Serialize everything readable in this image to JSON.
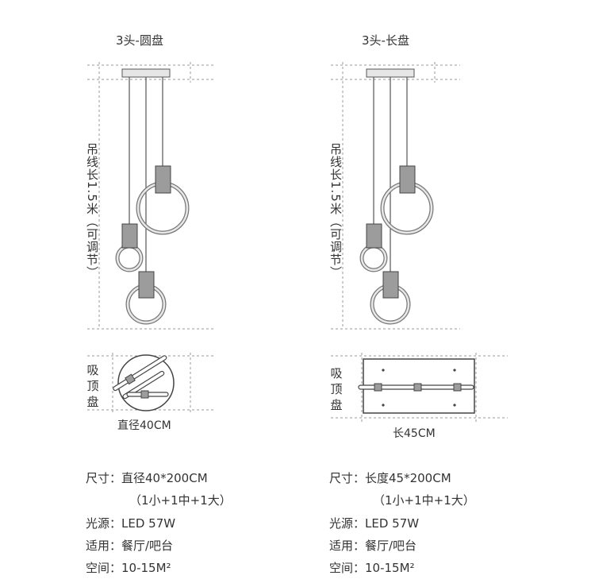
{
  "left": {
    "title": "3头-圆盘",
    "cord_label": "吊线长1.5米（可调节）",
    "canopy_label": "吸顶盘",
    "dimension": "直径40CM",
    "specs": {
      "size": "尺寸：直径40*200CM",
      "size_sub": "（1小+1中+1大）",
      "light": "光源：LED 57W",
      "use": "适用：餐厅/吧台",
      "space": "空间：10-15M²"
    }
  },
  "right": {
    "title": "3头-长盘",
    "cord_label": "吊线长1.5米（可调节）",
    "canopy_label": "吸顶盘",
    "dimension": "长45CM",
    "specs": {
      "size": "尺寸：长度45*200CM",
      "size_sub": "（1小+1中+1大）",
      "light": "光源：LED 57W",
      "use": "适用：餐厅/吧台",
      "space": "空间：10-15M²"
    }
  }
}
